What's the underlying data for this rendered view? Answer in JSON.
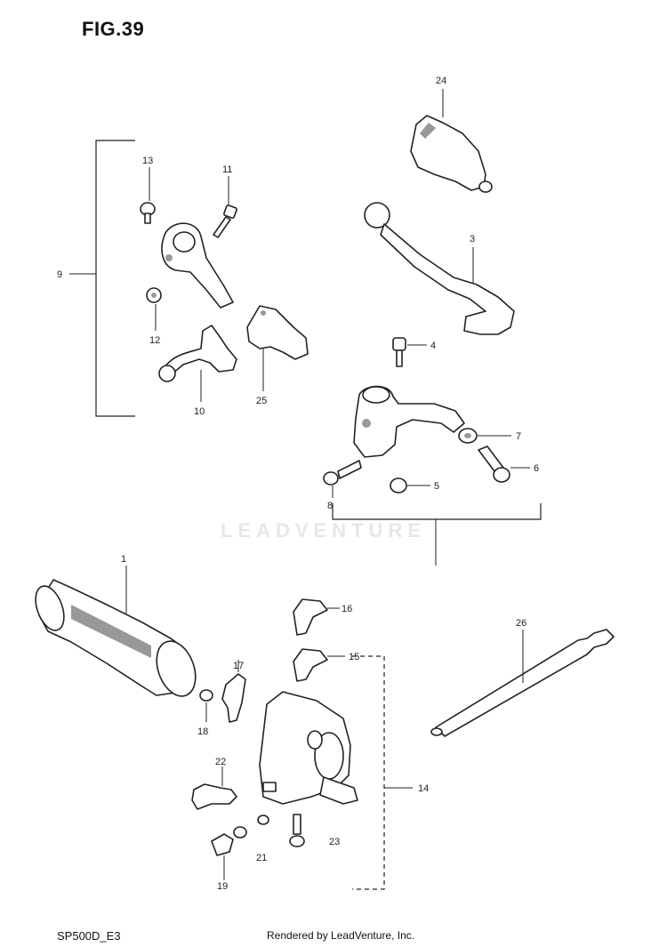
{
  "figure": {
    "title": "FIG.39",
    "model_code": "SP500D_E3",
    "credit": "Rendered by LeadVenture, Inc.",
    "watermark": "LEADVENTURE"
  },
  "callouts": {
    "c1": "1",
    "c3": "3",
    "c4": "4",
    "c5": "5",
    "c6": "6",
    "c7": "7",
    "c8": "8",
    "c9": "9",
    "c10": "10",
    "c11": "11",
    "c12": "12",
    "c13": "13",
    "c14": "14",
    "c15": "15",
    "c16": "16",
    "c17": "17",
    "c18": "18",
    "c19": "19",
    "c21": "21",
    "c22": "22",
    "c23": "23",
    "c24": "24",
    "c25": "25",
    "c26": "26"
  }
}
